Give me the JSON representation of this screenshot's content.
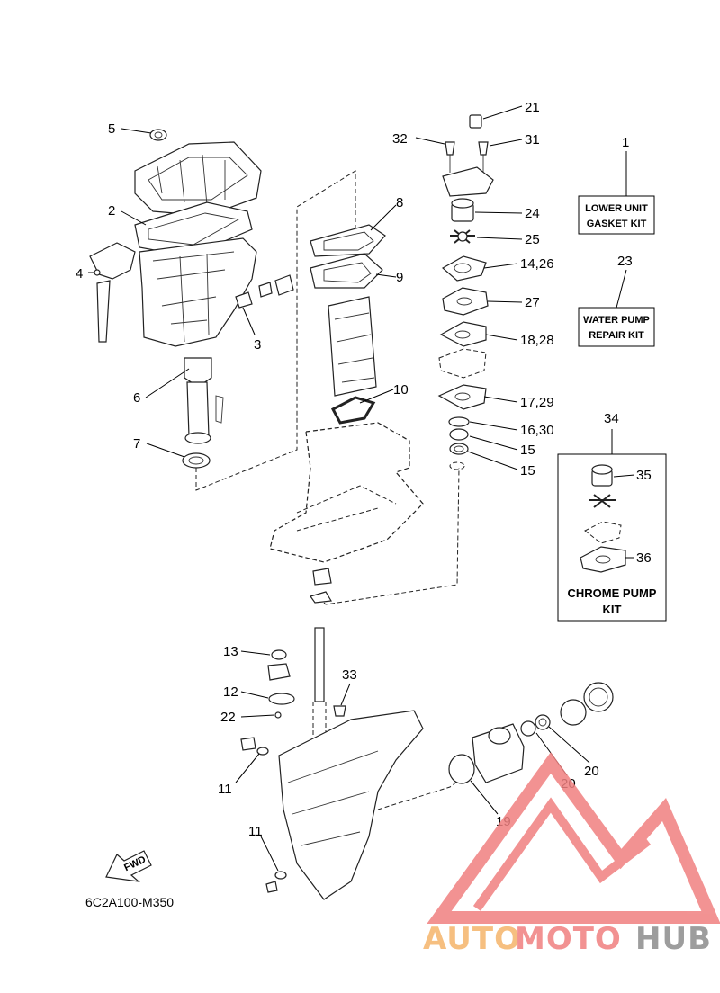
{
  "callouts": {
    "c1": "1",
    "c2": "2",
    "c3": "3",
    "c4": "4",
    "c5": "5",
    "c6": "6",
    "c7": "7",
    "c8": "8",
    "c9": "9",
    "c10": "10",
    "c11a": "11",
    "c11b": "11",
    "c12": "12",
    "c13": "13",
    "c14_26": "14,26",
    "c15a": "15",
    "c15b": "15",
    "c16_30": "16,30",
    "c17_29": "17,29",
    "c18_28": "18,28",
    "c19": "19",
    "c20a": "20",
    "c20b": "20",
    "c21": "21",
    "c22": "22",
    "c23": "23",
    "c24": "24",
    "c25": "25",
    "c27": "27",
    "c31": "31",
    "c32": "32",
    "c33": "33",
    "c34": "34",
    "c35": "35",
    "c36": "36"
  },
  "kits": {
    "lower_unit_line1": "LOWER UNIT",
    "lower_unit_line2": "GASKET KIT",
    "water_pump_line1": "WATER PUMP",
    "water_pump_line2": "REPAIR KIT",
    "chrome_pump_line1": "CHROME PUMP",
    "chrome_pump_line2": "KIT"
  },
  "fwd_label": "FWD",
  "diagram_code": "6C2A100-M350",
  "watermark": {
    "part1": "AUTO",
    "part2": "MOTO",
    "part3": "HUB",
    "color_orange": "#f5b46a",
    "color_red": "#f08080",
    "color_gray": "#8c8c8c"
  }
}
